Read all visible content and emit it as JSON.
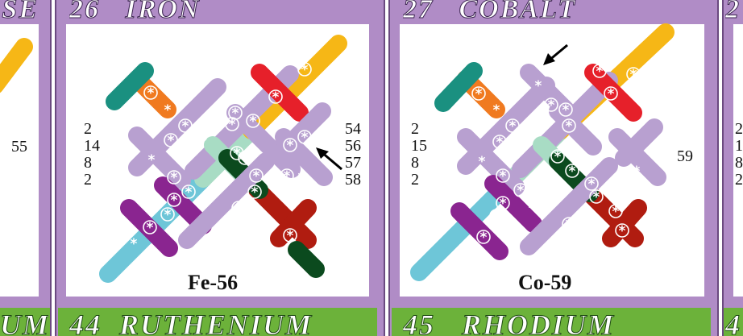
{
  "headers": {
    "left_partial": "SE",
    "iron": "26   IRON",
    "cobalt": "27   COBALT",
    "right_partial": "2"
  },
  "panels": {
    "left_partial": {
      "right_numbers": [
        "55"
      ]
    },
    "iron": {
      "left_numbers": [
        "2",
        "14",
        "8",
        "2"
      ],
      "right_numbers": [
        "54",
        "56",
        "57",
        "58"
      ],
      "isotope_label": "Fe-56"
    },
    "cobalt": {
      "left_numbers": [
        "2",
        "15",
        "8",
        "2"
      ],
      "right_numbers": [
        "59"
      ],
      "isotope_label": "Co-59"
    },
    "right_partial": {
      "left_numbers": [
        "2",
        "1",
        "8",
        "2"
      ]
    }
  },
  "footers": {
    "left_partial": "UM",
    "ruthenium": "44  RUTHENIUM",
    "rhodium": "45   RHODIUM",
    "right_partial": "4"
  },
  "colors": {
    "lavender": "#b8a0d0",
    "teal": "#1a9080",
    "orange": "#f07a20",
    "red": "#e6202a",
    "yellow": "#f6b716",
    "purple": "#8a2590",
    "cyan": "#6ec6d8",
    "darkred": "#b01c10",
    "darkgreen": "#0b4a1e",
    "mint": "#a8dcc4",
    "header_bg": "#b08cc6",
    "footer_bg": "#6cb23a"
  }
}
